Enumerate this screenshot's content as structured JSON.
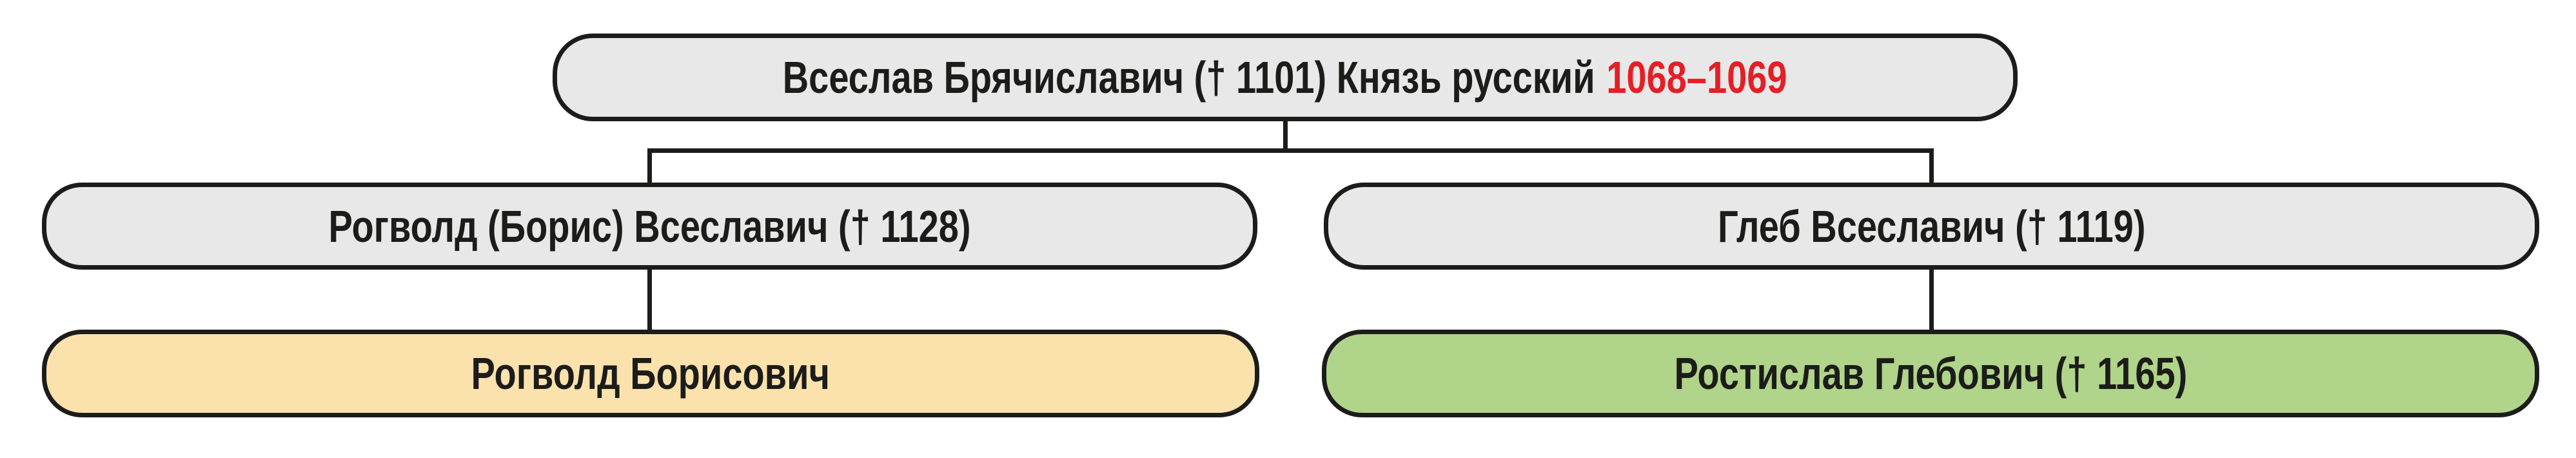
{
  "diagram_type": "family-tree",
  "colors": {
    "default_node_fill": "#e8e8e8",
    "highlight_orange_fill": "#fbe2ad",
    "highlight_green_fill": "#b0d489",
    "line_and_text": "#1c1c1a",
    "reign_years_red": "#e41f26"
  },
  "tree": {
    "root": {
      "name": "Всеслав Брячиславич († 1101) Князь русский",
      "reign_years": "1068–1069"
    },
    "children": [
      {
        "name": "Рогволд (Борис) Всеславич († 1128)"
      },
      {
        "name": "Глеб Всеславич († 1119)"
      }
    ],
    "grandchildren": [
      {
        "name": "Рогволд Борисович"
      },
      {
        "name": "Ростислав Глебович († 1165)"
      }
    ]
  }
}
